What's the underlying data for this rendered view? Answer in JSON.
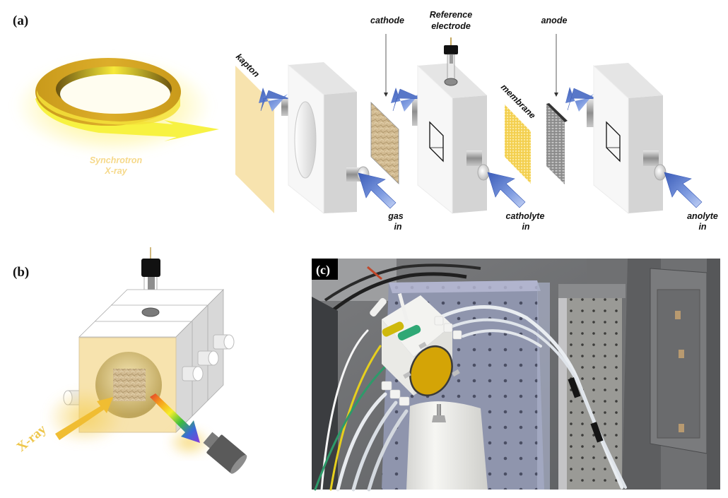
{
  "figure": {
    "panels": [
      {
        "id": "a",
        "label": "(a)"
      },
      {
        "id": "b",
        "label": "(b)"
      },
      {
        "id": "c",
        "label": "(c)"
      }
    ],
    "panel_a": {
      "source_label_line1": "Synchrotron",
      "source_label_line2": "X-ray",
      "components": {
        "kapton": "kapton",
        "cathode": "cathode",
        "reference_line1": "Reference",
        "reference_line2": "electrode",
        "membrane": "membrane",
        "anode": "anode"
      },
      "inlets": {
        "gas_line1": "gas",
        "gas_line2": "in",
        "catholyte_line1": "catholyte",
        "catholyte_line2": "in",
        "anolyte_line1": "anolyte",
        "anolyte_line2": "in"
      }
    },
    "panel_b": {
      "beam_label": "X-ray"
    },
    "panel_c": {
      "description": "Photograph of assembled electrochemical flow cell on beamline stage"
    },
    "colors": {
      "kapton": "#f7e3ae",
      "flow_arrow": "#5f7fc9",
      "frame_front": "#f7f7f7",
      "frame_side": "#d4d4d4",
      "membrane": "#f0c53c",
      "anode": "#7d7d7d",
      "cathode": "#cdb48a",
      "synchrotron_ring": "#d9a91f",
      "xray_beam": "#f0bd32"
    }
  }
}
